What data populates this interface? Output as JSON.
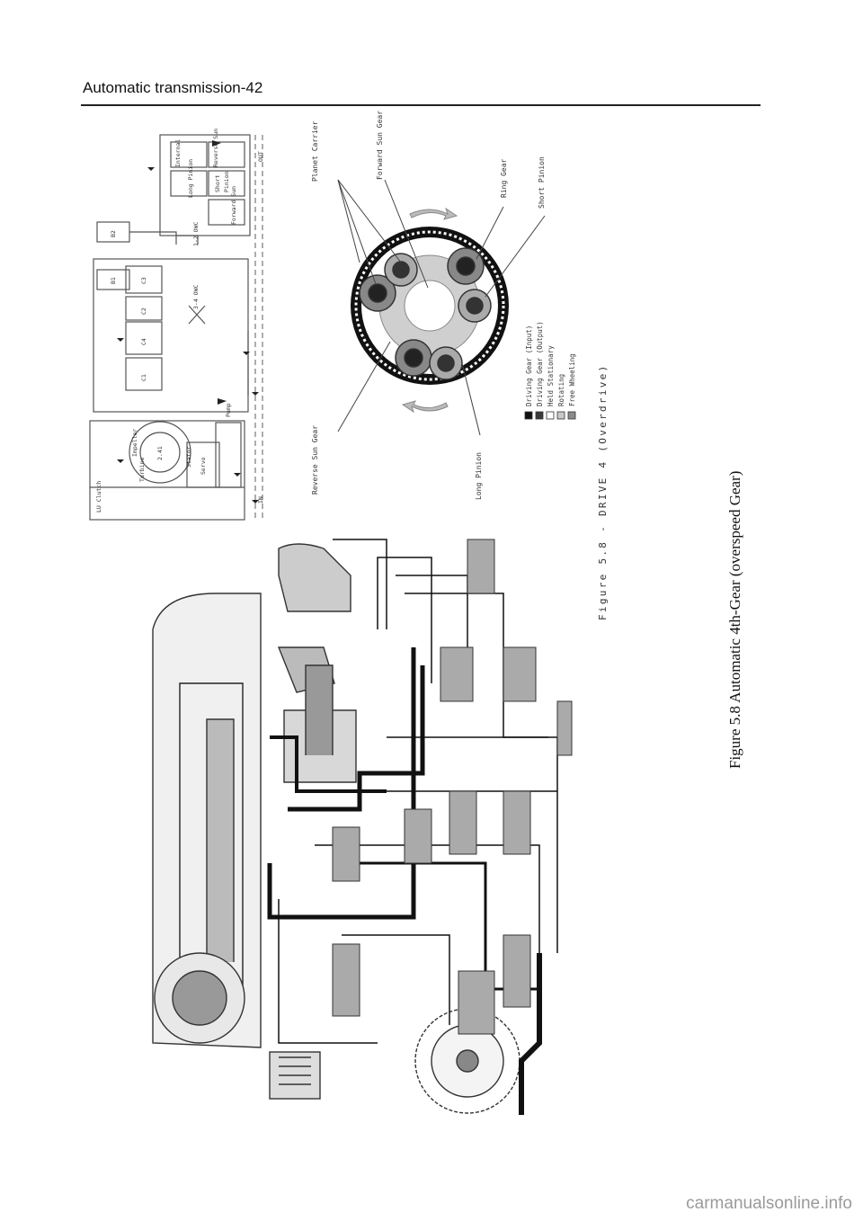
{
  "header": {
    "title": "Automatic transmission-42"
  },
  "figure": {
    "caption": "Figure 5.8    Automatic 4th-Gear (overspeed Gear)",
    "label": "Figure 5.8 - DRIVE 4 (Overdrive)"
  },
  "gearset": {
    "labels": {
      "planet_carrier": "Planet Carrier",
      "forward_sun_gear": "Forward Sun Gear",
      "ring_gear": "Ring Gear",
      "short_pinion": "Short Pinion",
      "reverse_sun_gear": "Reverse Sun Gear",
      "long_pinion": "Long Pinion"
    },
    "legend": [
      {
        "label": "Driving Gear (Input)",
        "color": "#111111"
      },
      {
        "label": "Driving Gear (Output)",
        "color": "#3a3a3a"
      },
      {
        "label": "Held Stationary",
        "color": "#ffffff"
      },
      {
        "label": "Rotating",
        "color": "#c8c8c8"
      },
      {
        "label": "Free Wheeling",
        "color": "#8a8a8a"
      }
    ]
  },
  "schematic": {
    "lu_clutch": "LU Clutch",
    "impeller": "Impeller",
    "turbine": "Turbine",
    "stator": "Stator",
    "ratio": "2.41",
    "servo": "Servo",
    "pump": "Pump",
    "in": "IN",
    "out": "OUT",
    "clutches": [
      "C1",
      "C4",
      "C2",
      "C3",
      "B1",
      "B2"
    ],
    "one_way_1": "1-2 OWC",
    "one_way_2": "3-4 OWC",
    "boxes": [
      "Internal",
      "Long Pinion",
      "Reverse Sun",
      "Short",
      "Pinion",
      "Forward Sun"
    ]
  },
  "watermark": "carmanualsonline.info"
}
